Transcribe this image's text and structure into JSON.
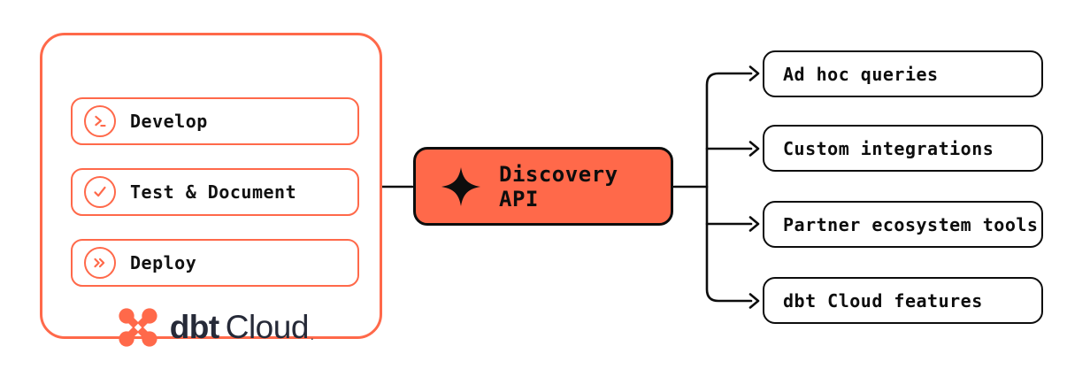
{
  "diagram": {
    "left_panel": {
      "items": [
        {
          "label": "Develop",
          "icon": "terminal-prompt-icon"
        },
        {
          "label": "Test & Document",
          "icon": "check-circle-icon"
        },
        {
          "label": "Deploy",
          "icon": "fast-forward-icon"
        }
      ],
      "logo": {
        "bold_text": "dbt",
        "regular_text": "Cloud",
        "trademark": "."
      }
    },
    "center_node": {
      "label": "Discovery API",
      "icon": "sparkle-icon"
    },
    "right_nodes": [
      {
        "label": "Ad hoc queries"
      },
      {
        "label": "Custom integrations"
      },
      {
        "label": "Partner ecosystem tools"
      },
      {
        "label": "dbt Cloud features"
      }
    ],
    "colors": {
      "accent_orange": "#FF694A",
      "line_black": "#0d0d0d",
      "logo_navy": "#262A38",
      "background": "#ffffff"
    }
  }
}
